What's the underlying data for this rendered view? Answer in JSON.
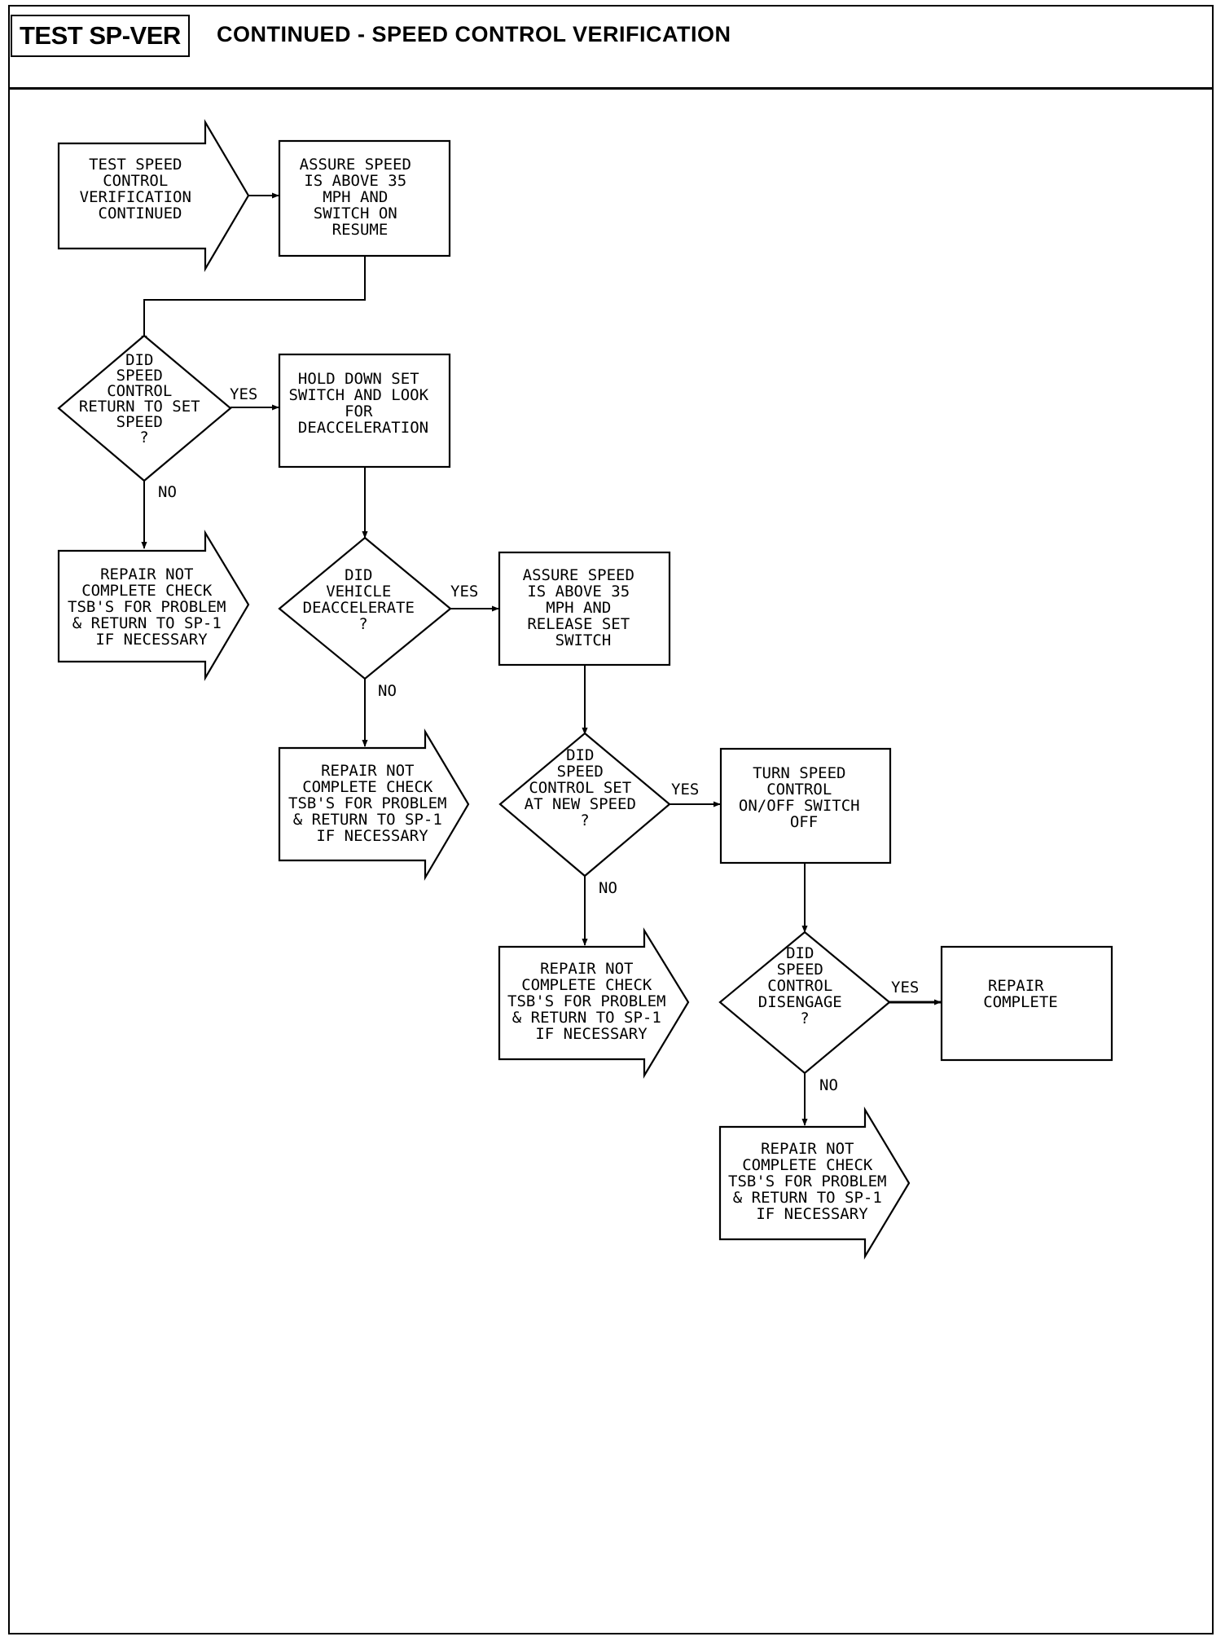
{
  "header": {
    "test_id": "TEST SP-VER",
    "title": "CONTINUED - SPEED CONTROL VERIFICATION"
  },
  "flowchart": {
    "nodes": {
      "start": [
        "TEST SPEED",
        "CONTROL",
        "VERIFICATION",
        "CONTINUED"
      ],
      "assure_resume": [
        "ASSURE SPEED",
        "IS ABOVE 35",
        "MPH AND",
        "SWITCH ON",
        "RESUME"
      ],
      "q_return": [
        "DID",
        "SPEED",
        "CONTROL",
        "RETURN TO SET",
        "SPEED",
        "?"
      ],
      "hold_set": [
        "HOLD DOWN SET",
        "SWITCH AND LOOK",
        "FOR",
        "DEACCELERATION"
      ],
      "repair_1": [
        "REPAIR NOT",
        "COMPLETE CHECK",
        "TSB'S FOR PROBLEM",
        "& RETURN TO SP-1",
        "IF NECESSARY"
      ],
      "q_decel": [
        "DID",
        "VEHICLE",
        "DEACCELERATE",
        "?"
      ],
      "assure_release": [
        "ASSURE SPEED",
        "IS ABOVE 35",
        "MPH AND",
        "RELEASE SET",
        "SWITCH"
      ],
      "repair_2": [
        "REPAIR NOT",
        "COMPLETE CHECK",
        "TSB'S FOR PROBLEM",
        "& RETURN TO SP-1",
        "IF NECESSARY"
      ],
      "q_new_speed": [
        "DID",
        "SPEED",
        "CONTROL SET",
        "AT NEW SPEED",
        "?"
      ],
      "turn_off": [
        "TURN SPEED",
        "CONTROL",
        "ON/OFF SWITCH",
        "OFF"
      ],
      "repair_3": [
        "REPAIR NOT",
        "COMPLETE CHECK",
        "TSB'S FOR PROBLEM",
        "& RETURN TO SP-1",
        "IF NECESSARY"
      ],
      "q_disengage": [
        "DID",
        "SPEED",
        "CONTROL",
        "DISENGAGE",
        "?"
      ],
      "complete": [
        "REPAIR",
        "COMPLETE"
      ],
      "repair_4": [
        "REPAIR NOT",
        "COMPLETE CHECK",
        "TSB'S FOR PROBLEM",
        "& RETURN TO SP-1",
        "IF NECESSARY"
      ]
    },
    "edge_labels": {
      "return_yes": "YES",
      "return_no": "NO",
      "decel_yes": "YES",
      "decel_no": "NO",
      "new_speed_yes": "YES",
      "new_speed_no": "NO",
      "disengage_yes": "YES",
      "disengage_no": "NO"
    }
  }
}
